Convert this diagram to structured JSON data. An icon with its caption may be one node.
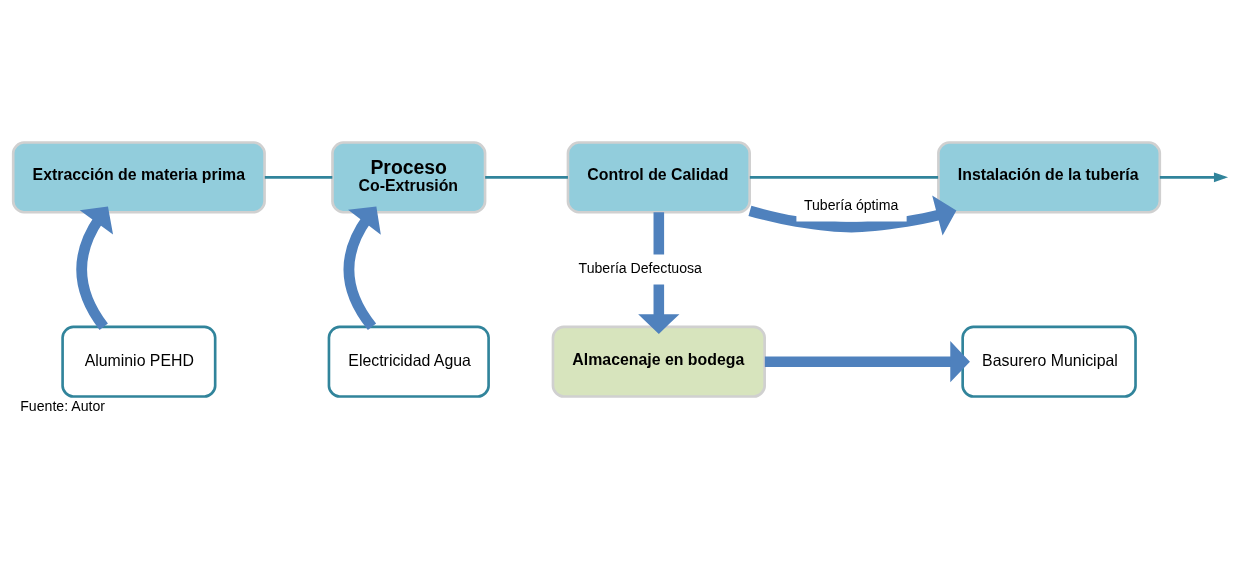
{
  "diagram": {
    "caption": "Fuente: Autor",
    "nodes": [
      {
        "text": [
          "Extracción de materia prima"
        ]
      },
      {
        "text": [
          "Proceso",
          "Co-Extrusión"
        ]
      },
      {
        "text": [
          "Control de Calidad"
        ]
      },
      {
        "text": [
          "Instalación de la tubería"
        ]
      },
      {
        "text": [
          "Aluminio PEHD"
        ]
      },
      {
        "text": [
          "Electricidad Agua"
        ]
      },
      {
        "text": [
          "Almacenaje en bodega"
        ]
      },
      {
        "text": [
          "Basurero Municipal"
        ]
      }
    ],
    "edges": [
      {
        "from": 0,
        "to": 1,
        "arrow": "none",
        "color": "#31849b"
      },
      {
        "from": 1,
        "to": 2,
        "arrow": "none",
        "color": "#31849b"
      },
      {
        "from": 2,
        "to": 3,
        "arrow": "none",
        "color": "#31849b"
      },
      {
        "from": 3,
        "to": null,
        "arrow": "to",
        "color": "#31849b"
      },
      {
        "from": 4,
        "to": 0,
        "arrow": "to"
      },
      {
        "from": 5,
        "to": 1,
        "arrow": "to"
      },
      {
        "from": 2,
        "to": 3,
        "label": "Tubería óptima",
        "arrow": "to"
      },
      {
        "from": 2,
        "to": 6,
        "label": "Tubería Defectuosa",
        "arrow": "to"
      },
      {
        "from": 6,
        "to": 7,
        "arrow": "to"
      }
    ]
  }
}
